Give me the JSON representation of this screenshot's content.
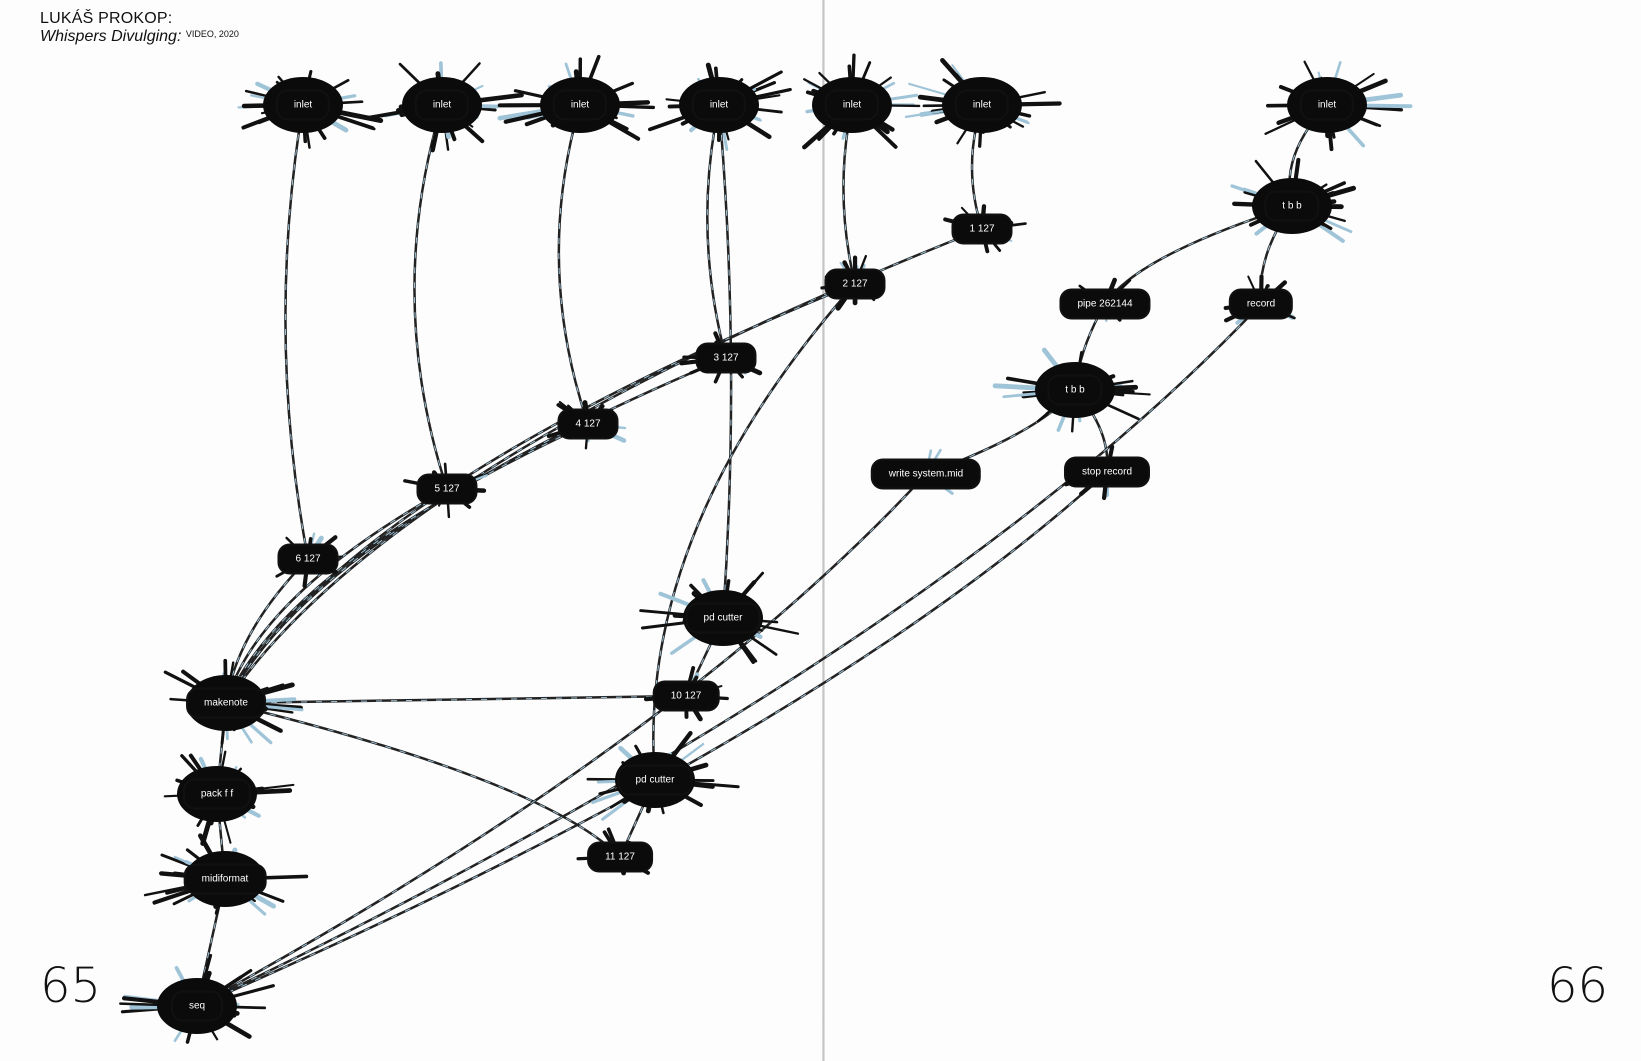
{
  "header": {
    "artist": "LUKÁŠ PROKOP:",
    "title": "Whispers Divulging:",
    "medium": "VIDEO, 2020"
  },
  "page_numbers": {
    "left": "65",
    "right": "66"
  },
  "colors": {
    "ink": "#0b0b0b",
    "highlight": "#9fc4d8"
  },
  "nodes": [
    {
      "id": "in1",
      "label": "inlet",
      "blob": "big"
    },
    {
      "id": "in2",
      "label": "inlet",
      "blob": "big"
    },
    {
      "id": "in3",
      "label": "inlet",
      "blob": "big"
    },
    {
      "id": "in4",
      "label": "inlet",
      "blob": "big"
    },
    {
      "id": "in5",
      "label": "inlet",
      "blob": "big"
    },
    {
      "id": "in6",
      "label": "inlet",
      "blob": "big"
    },
    {
      "id": "in7",
      "label": "inlet",
      "blob": "big"
    },
    {
      "id": "n1",
      "label": "1 127",
      "blob": "small"
    },
    {
      "id": "n2",
      "label": "2 127",
      "blob": "small"
    },
    {
      "id": "pipe",
      "label": "pipe 262144",
      "blob": "small"
    },
    {
      "id": "rec",
      "label": "record",
      "blob": "small"
    },
    {
      "id": "tbb1",
      "label": "t b b",
      "blob": "big"
    },
    {
      "id": "n3",
      "label": "3 127",
      "blob": "small"
    },
    {
      "id": "tbb2",
      "label": "t b b",
      "blob": "big"
    },
    {
      "id": "n4",
      "label": "4 127",
      "blob": "small"
    },
    {
      "id": "write",
      "label": "write system.mid",
      "blob": "small"
    },
    {
      "id": "stop",
      "label": "stop record",
      "blob": "small"
    },
    {
      "id": "n5",
      "label": "5 127",
      "blob": "small"
    },
    {
      "id": "n6",
      "label": "6 127",
      "blob": "small"
    },
    {
      "id": "pd1",
      "label": "pd cutter",
      "blob": "big"
    },
    {
      "id": "n10",
      "label": "10 127",
      "blob": "small"
    },
    {
      "id": "mk",
      "label": "makenote",
      "blob": "big"
    },
    {
      "id": "pack",
      "label": "pack f f",
      "blob": "big"
    },
    {
      "id": "pd2",
      "label": "pd cutter",
      "blob": "big"
    },
    {
      "id": "midi",
      "label": "midiformat",
      "blob": "big"
    },
    {
      "id": "n11",
      "label": "11 127",
      "blob": "small"
    },
    {
      "id": "seq",
      "label": "seq",
      "blob": "big"
    }
  ]
}
